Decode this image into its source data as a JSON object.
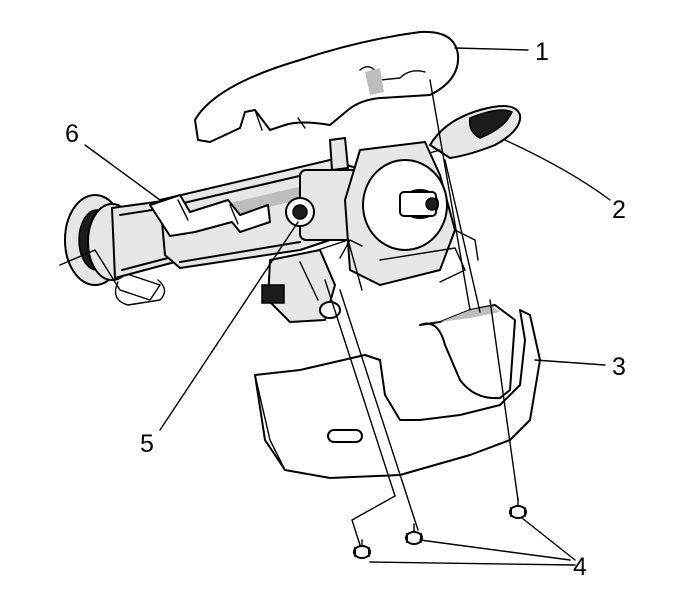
{
  "callouts": [
    {
      "id": "1",
      "label": "1"
    },
    {
      "id": "2",
      "label": "2"
    },
    {
      "id": "3",
      "label": "3"
    },
    {
      "id": "4",
      "label": "4"
    },
    {
      "id": "5",
      "label": "5"
    },
    {
      "id": "6",
      "label": "6"
    }
  ],
  "colors": {
    "line": "#000000",
    "fill": "#e6e6e6",
    "background": "#ffffff"
  }
}
